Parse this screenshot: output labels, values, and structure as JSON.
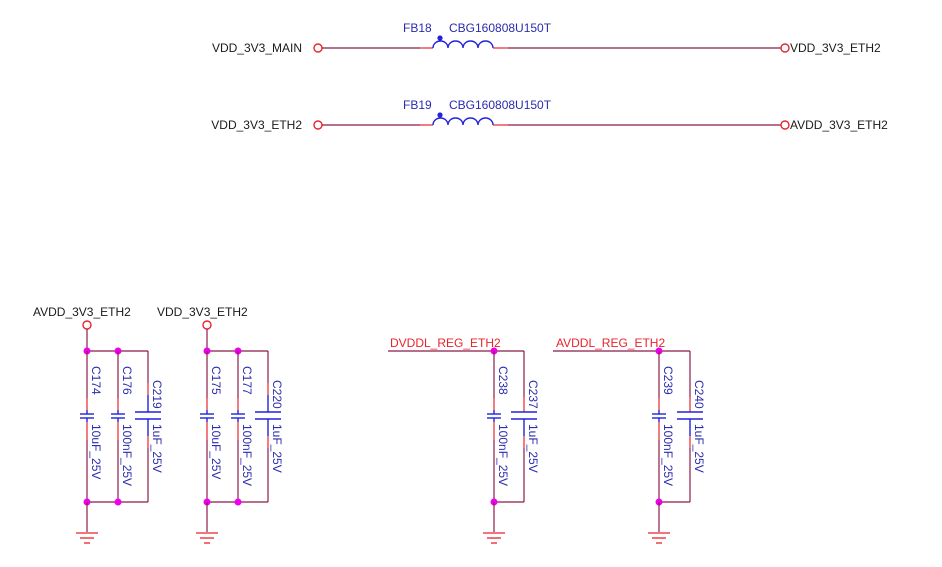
{
  "ferrite_beads": [
    {
      "ref": "FB18",
      "value": "CBG160808U150T",
      "net_in": "VDD_3V3_MAIN",
      "net_out": "VDD_3V3_ETH2"
    },
    {
      "ref": "FB19",
      "value": "CBG160808U150T",
      "net_in": "VDD_3V3_ETH2",
      "net_out": "AVDD_3V3_ETH2"
    }
  ],
  "cap_groups": [
    {
      "net": "AVDD_3V3_ETH2",
      "net_style": "port",
      "caps": [
        {
          "ref": "C174",
          "value": "10uF_25V"
        },
        {
          "ref": "C176",
          "value": "100nF_25V"
        },
        {
          "ref": "C219",
          "value": "1uF_25V"
        }
      ]
    },
    {
      "net": "VDD_3V3_ETH2",
      "net_style": "port",
      "caps": [
        {
          "ref": "C175",
          "value": "10uF_25V"
        },
        {
          "ref": "C177",
          "value": "100nF_25V"
        },
        {
          "ref": "C220",
          "value": "1uF_25V"
        }
      ]
    },
    {
      "net": "DVDDL_REG_ETH2",
      "net_style": "label",
      "caps": [
        {
          "ref": "C238",
          "value": "100nF_25V"
        },
        {
          "ref": "C237",
          "value": "1uF_25V"
        }
      ]
    },
    {
      "net": "AVDDL_REG_ETH2",
      "net_style": "label",
      "caps": [
        {
          "ref": "C239",
          "value": "100nF_25V"
        },
        {
          "ref": "C240",
          "value": "1uF_25V"
        }
      ]
    }
  ],
  "ground_symbol": "ground-icon"
}
